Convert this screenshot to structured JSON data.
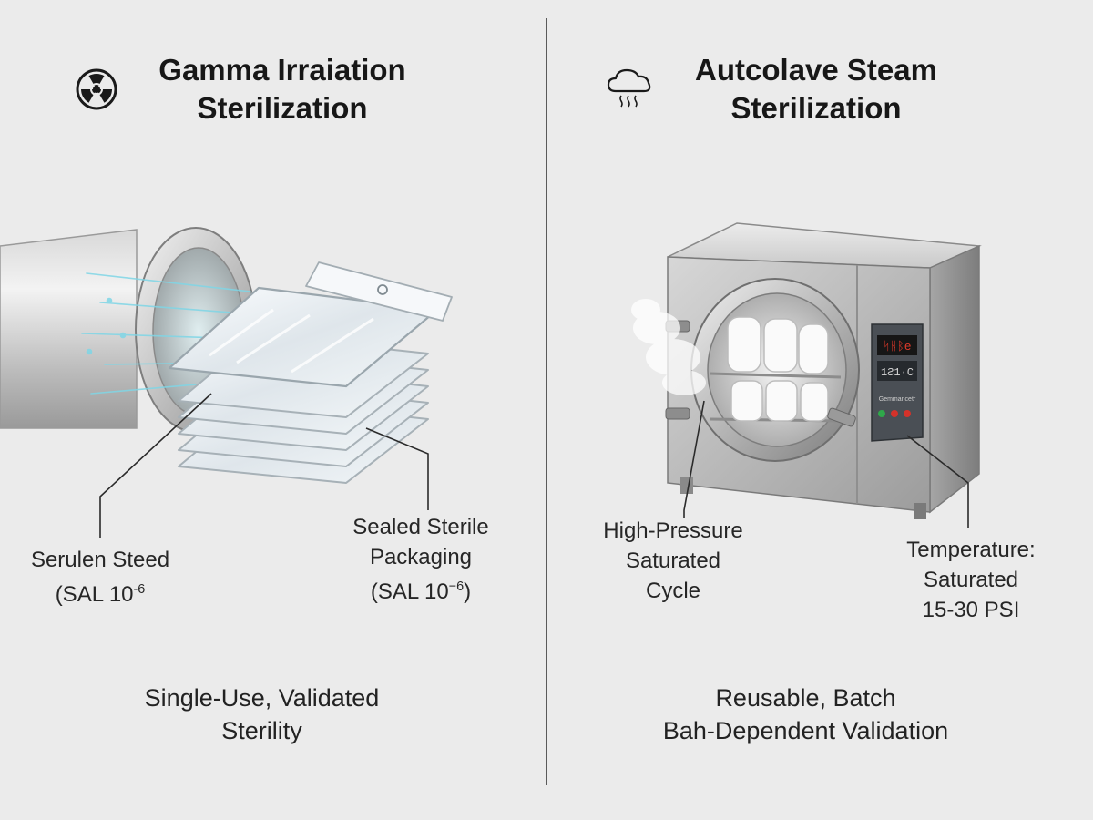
{
  "left": {
    "title_line1": "Gamma Irraiation",
    "title_line2": "Sterilization",
    "icon": "radiation-icon",
    "callout_left_line1": "Serulen Steed",
    "callout_left_line2": "(SAL 10",
    "callout_left_exp": "-6",
    "callout_right_line1": "Sealed Sterile",
    "callout_right_line2": "Packaging",
    "callout_right_line3": "(SAL 10",
    "callout_right_exp": "−6",
    "callout_right_close": ")",
    "footer_line1": "Single-Use, Validated",
    "footer_line2": "Sterility"
  },
  "right": {
    "title_line1": "Autcolave Steam",
    "title_line2": "Sterilization",
    "icon": "steam-cloud-icon",
    "display_top": "ᛋᚺᛒe",
    "display_bottom": "1Ƨ1·C",
    "panel_label": "Gemmancetr",
    "callout_left_line1": "High-Pressure",
    "callout_left_line2": "Saturated",
    "callout_left_line3": "Cycle",
    "callout_right_line1": "Temperature:",
    "callout_right_line2": "Saturated",
    "callout_right_line3": "15-30 PSI",
    "footer_line1": "Reusable, Batch",
    "footer_line2": "Bah-Dependent Validation"
  },
  "colors": {
    "background": "#ebebeb",
    "divider": "#5a5a5a",
    "radiation_beam": "#7fd6e6",
    "display_red": "#e23a2a",
    "indicator_green": "#2fa84a",
    "indicator_red": "#d4322a"
  }
}
